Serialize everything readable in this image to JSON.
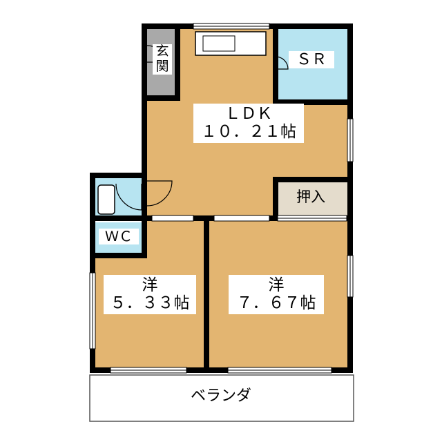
{
  "rooms": {
    "entrance": {
      "label": "玄関",
      "char1": "玄",
      "char2": "関"
    },
    "sr": {
      "label": "ＳＲ"
    },
    "ldk": {
      "label": "ＬＤＫ",
      "area": "１０．２１帖"
    },
    "closet": {
      "label": "押入"
    },
    "wc": {
      "label": "ＷＣ"
    },
    "western_left": {
      "label": "洋",
      "area": "５．３３帖"
    },
    "western_right": {
      "label": "洋",
      "area": "７．６７帖"
    },
    "veranda": {
      "label": "ベランダ"
    }
  },
  "colors": {
    "floor_wood": "#e3b571",
    "tile_blue": "#b7e4f1",
    "entrance_gray": "#a9a9a9",
    "closet_beige": "#e4dccc",
    "wall": "#000000"
  }
}
